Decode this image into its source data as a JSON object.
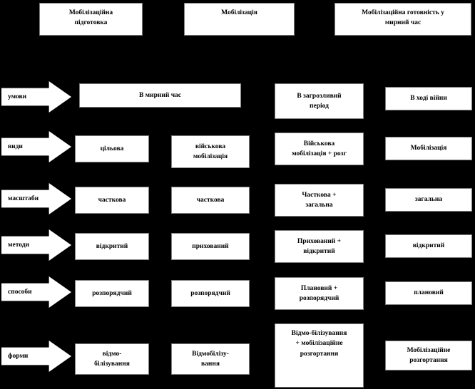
{
  "diagram": {
    "title_row": [
      {
        "name": "mobilization-preparation",
        "label": "Мобілізаційна\nпідготовка"
      },
      {
        "name": "mobilization",
        "label": "Мобілізація"
      },
      {
        "name": "mobilization-readiness-peacetime",
        "label": "Мобілізаційна готовність у\nмирний час"
      }
    ],
    "row_labels": [
      {
        "name": "conditions",
        "label": "умови"
      },
      {
        "name": "types",
        "label": "види"
      },
      {
        "name": "scale",
        "label": "масштаби"
      },
      {
        "name": "methods",
        "label": "методи"
      },
      {
        "name": "ways",
        "label": "способи"
      },
      {
        "name": "forms",
        "label": "форми"
      }
    ],
    "rows": [
      {
        "name": "conditions",
        "cells": [
          {
            "name": "peacetime",
            "label": "В мирний час",
            "span": 2
          },
          {
            "name": "threat-period",
            "label": "В загрозливий\nперіод",
            "span": 1
          },
          {
            "name": "during-war",
            "label": "В ході війни",
            "span": 1
          }
        ]
      },
      {
        "name": "types",
        "cells": [
          {
            "name": "targeted",
            "label": "цільова",
            "span": 1
          },
          {
            "name": "military-mobilization",
            "label": "військова\nмобілізація",
            "span": 1
          },
          {
            "name": "military-mobilization-plus-deployment",
            "label": "Військова\nмобілізація + розг",
            "span": 1
          },
          {
            "name": "mobilization",
            "label": "Мобілізація",
            "span": 1
          }
        ]
      },
      {
        "name": "scale",
        "cells": [
          {
            "name": "partial",
            "label": "часткова",
            "span": 1
          },
          {
            "name": "partial-2",
            "label": "часткова",
            "span": 1
          },
          {
            "name": "partial-plus-general",
            "label": "Часткова +\nзагальна",
            "span": 1
          },
          {
            "name": "general",
            "label": "загальна",
            "span": 1
          }
        ]
      },
      {
        "name": "methods",
        "cells": [
          {
            "name": "open",
            "label": "відкритий",
            "span": 1
          },
          {
            "name": "covert",
            "label": "прихований",
            "span": 1
          },
          {
            "name": "covert-plus-open",
            "label": "Прихований +\nвідкритий",
            "span": 1
          },
          {
            "name": "open-2",
            "label": "відкритий",
            "span": 1
          }
        ]
      },
      {
        "name": "ways",
        "cells": [
          {
            "name": "directive",
            "label": "розпорядчий",
            "span": 1
          },
          {
            "name": "directive-2",
            "label": "розпорядчий",
            "span": 1
          },
          {
            "name": "planned-plus-directive",
            "label": "Плановий +\nрозпорядчий",
            "span": 1
          },
          {
            "name": "planned",
            "label": "плановий",
            "span": 1
          }
        ]
      },
      {
        "name": "forms",
        "cells": [
          {
            "name": "demobilization",
            "label": "відмо-\nбілізування",
            "span": 1
          },
          {
            "name": "demobilization-2",
            "label": "Відмобілізу-\nвання",
            "span": 1
          },
          {
            "name": "demobilization-plus-mobilization-deployment",
            "label": "Відмо-білізування\n+ мобілізаційне\nрозгортання",
            "span": 1
          },
          {
            "name": "mobilization-deployment",
            "label": "Мобілізаційне\nрозгортання",
            "span": 1
          }
        ]
      }
    ],
    "colors": {
      "background": "#000000",
      "box_fill": "#ffffff",
      "box_border": "#7f7f7f",
      "text": "#000000"
    }
  }
}
